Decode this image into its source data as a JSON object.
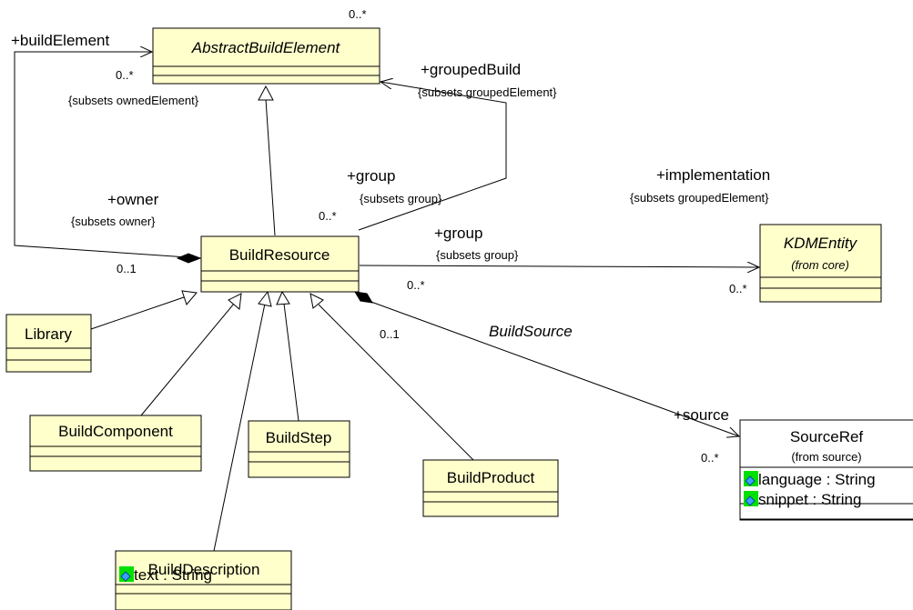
{
  "classes": {
    "abstract_build_element": {
      "name": "AbstractBuildElement"
    },
    "build_resource": {
      "name": "BuildResource"
    },
    "kdm_entity": {
      "name": "KDMEntity",
      "stereo": "(from core)"
    },
    "library": {
      "name": "Library"
    },
    "build_component": {
      "name": "BuildComponent"
    },
    "build_step": {
      "name": "BuildStep"
    },
    "build_product": {
      "name": "BuildProduct"
    },
    "build_description": {
      "name": "BuildDescription",
      "attributes": [
        "text : String"
      ]
    },
    "source_ref": {
      "name": "SourceRef",
      "stereo": "(from source)",
      "attributes": [
        "language : String",
        "snippet : String"
      ]
    }
  },
  "labels": {
    "top_multiplicity": "0..*",
    "build_element_role": "+buildElement",
    "build_element_mult": "0..*",
    "subsets_owned_element": "{subsets ownedElement}",
    "grouped_build_role": "+groupedBuild",
    "subsets_grouped_element_1": "{subsets groupedElement}",
    "owner_role": "+owner",
    "subsets_owner": "{subsets owner}",
    "owner_mult": "0..1",
    "group_role_1": "+group",
    "subsets_group_1": "{subsets group}",
    "group_mult_1": "0..*",
    "implementation_role": "+implementation",
    "subsets_grouped_element_2": "{subsets groupedElement}",
    "group_role_2": "+group",
    "subsets_group_2": "{subsets group}",
    "group_mult_2": "0..*",
    "kdm_mult": "0..*",
    "build_source_assoc": "BuildSource",
    "source_owner_mult": "0..1",
    "source_role": "+source",
    "source_mult": "0..*"
  },
  "colors": {
    "class_fill": "#ffffcc",
    "attribute_icon": "#00e000"
  }
}
